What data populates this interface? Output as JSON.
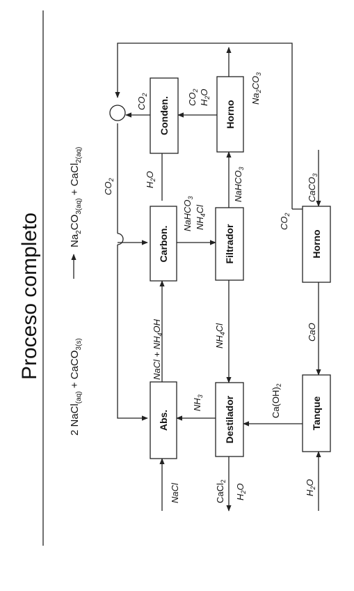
{
  "title": "Proceso completo",
  "equation": {
    "lhs1": "2 NaCl",
    "lhs1_sub": "(aq)",
    "plus1": " + CaCO",
    "caco3_sub": "3(s)",
    "rhs1": "Na",
    "rhs1_sub1": "2",
    "rhs1_mid": "CO",
    "rhs1_sub2": "3(aq)",
    "plus2": " + CaCl",
    "rhs2_sub": "2(aq)"
  },
  "units": {
    "abs": "Abs.",
    "carbon": "Carbon.",
    "conden": "Conden.",
    "horno_top": "Horno",
    "filtrador": "Filtrador",
    "destilador": "Destilador",
    "horno_bottom": "Horno",
    "tanque": "Tanque"
  },
  "streams": {
    "nacl_in": "NaCl",
    "nacl_nh4oh": "NaCl + NH",
    "nacl_nh4oh_sub": "4",
    "nacl_nh4oh_end": "OH",
    "nh3": "NH",
    "nh3_sub": "3",
    "co2_loop": "CO",
    "co2_loop_sub": "2",
    "h2o_conden": "H",
    "h2o_conden_sub": "2",
    "h2o_conden_end": "O",
    "co2_conden": "CO",
    "co2_conden_sub": "2",
    "co2_horno": "CO",
    "co2_horno_sub": "2",
    "h2o_horno": "H",
    "h2o_horno_sub": "2",
    "h2o_horno_end": "O",
    "na2co3": "Na",
    "na2co3_sub1": "2",
    "na2co3_mid": "CO",
    "na2co3_sub2": "3",
    "nahco3_carb": "NaHCO",
    "nahco3_carb_sub": "3",
    "nh4cl_carb": "NH",
    "nh4cl_carb_sub": "4",
    "nh4cl_carb_end": "Cl",
    "nahco3_filt": "NaHCO",
    "nahco3_filt_sub": "3",
    "nh4cl_filt": "NH",
    "nh4cl_filt_sub": "4",
    "nh4cl_filt_end": "Cl",
    "co2_hb": "CO",
    "co2_hb_sub": "2",
    "caco3_in": "CaCO",
    "caco3_in_sub": "3",
    "cao": "CaO",
    "caoh2": "Ca(OH)",
    "caoh2_sub": "2",
    "cacl2": "CaCl",
    "cacl2_sub": "2",
    "h2o_dest": "H",
    "h2o_dest_sub": "2",
    "h2o_dest_end": "O",
    "h2o_tank": "H",
    "h2o_tank_sub": "2",
    "h2o_tank_end": "O"
  }
}
